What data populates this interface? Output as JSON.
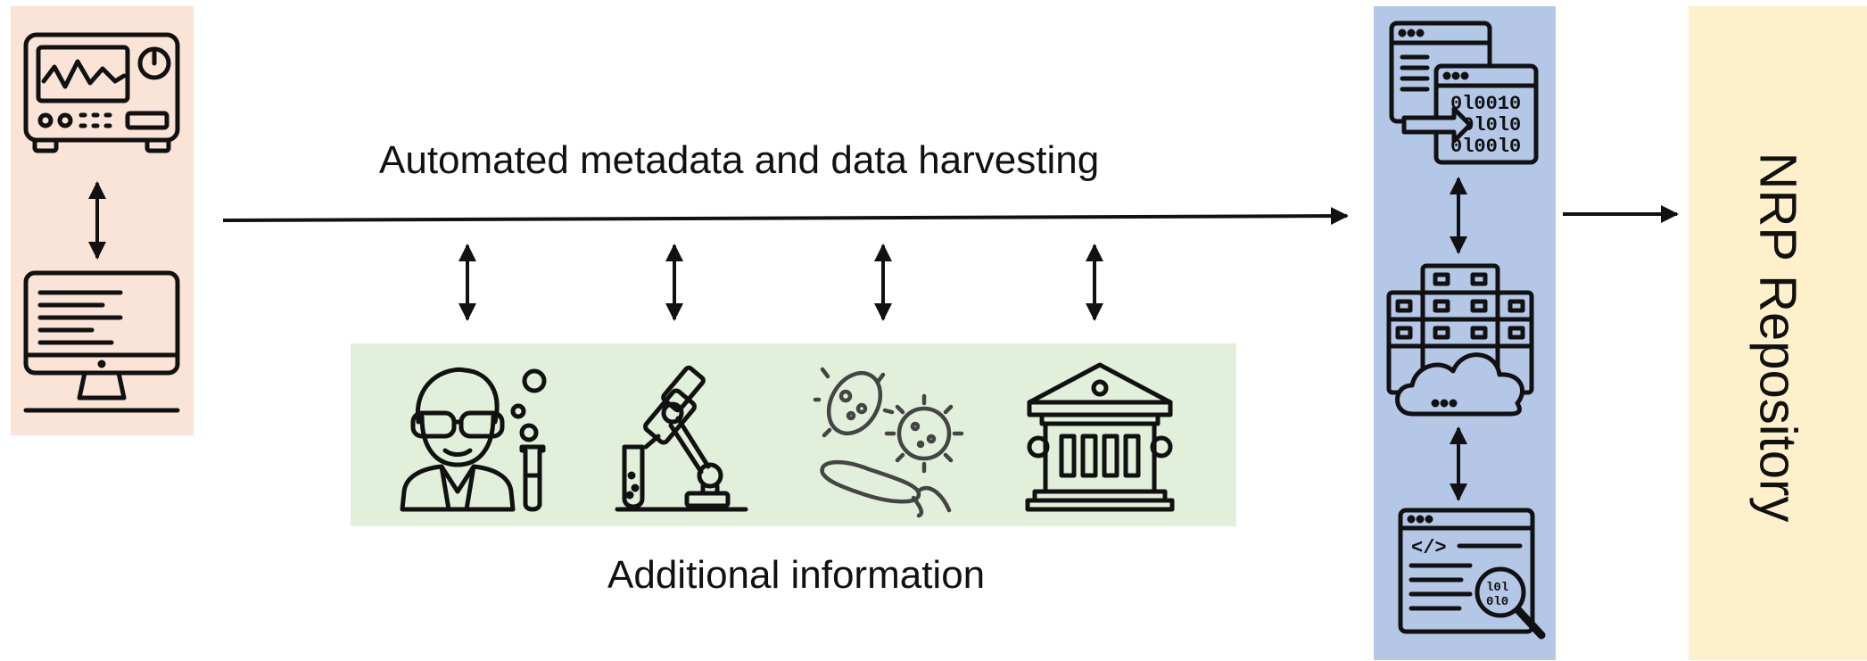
{
  "colors": {
    "left_panel": "#fae3d7",
    "green_panel": "#e2efda",
    "blue_panel": "#b4c7e7",
    "repository_panel": "#fdf0cb",
    "stroke": "#111111"
  },
  "labels": {
    "harvesting": "Automated metadata and data harvesting",
    "additional": "Additional information",
    "repository": "NRP Repository"
  },
  "icons": {
    "instrument": "oscilloscope-icon",
    "computer": "desktop-computer-icon",
    "scientist": "scientist-icon",
    "microscope": "microscope-icon",
    "microbes": "microbes-icon",
    "institution": "institution-icon",
    "data_conversion": "data-conversion-icon",
    "cloud_server": "cloud-server-icon",
    "code_search": "code-search-icon"
  }
}
